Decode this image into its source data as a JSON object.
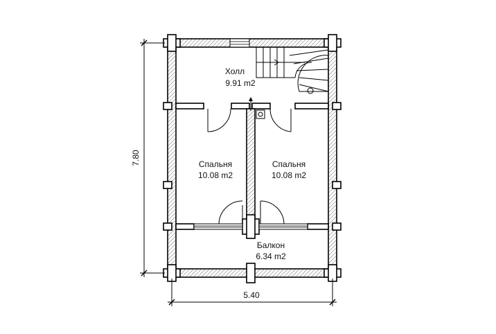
{
  "rooms": [
    {
      "name": "Холл",
      "area": "9.91 m2"
    },
    {
      "name": "Спальня",
      "area": "10.08 m2"
    },
    {
      "name": "Спальня",
      "area": "10.08 m2"
    },
    {
      "name": "Балкон",
      "area": "6.34 m2"
    }
  ],
  "dimensions": {
    "width": "5.40",
    "height": "7.80"
  }
}
